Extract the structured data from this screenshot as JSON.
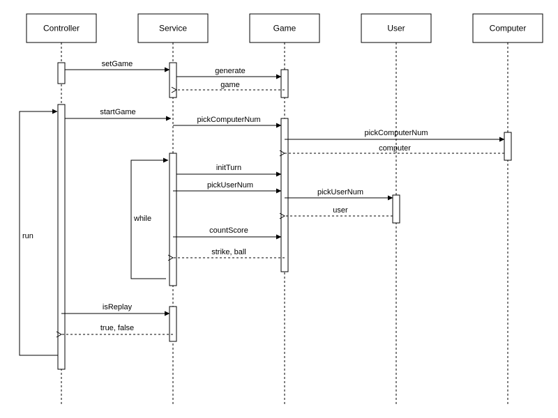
{
  "participants": [
    {
      "id": "controller",
      "label": "Controller"
    },
    {
      "id": "service",
      "label": "Service"
    },
    {
      "id": "game",
      "label": "Game"
    },
    {
      "id": "user",
      "label": "User"
    },
    {
      "id": "computer",
      "label": "Computer"
    }
  ],
  "messages": [
    {
      "id": "setGame",
      "label": "setGame",
      "kind": "call"
    },
    {
      "id": "generate",
      "label": "generate",
      "kind": "call"
    },
    {
      "id": "game",
      "label": "game",
      "kind": "return"
    },
    {
      "id": "startGame",
      "label": "startGame",
      "kind": "call"
    },
    {
      "id": "pickComputerNum-1",
      "label": "pickComputerNum",
      "kind": "call"
    },
    {
      "id": "pickComputerNum-2",
      "label": "pickComputerNum",
      "kind": "call"
    },
    {
      "id": "computer",
      "label": "computer",
      "kind": "return"
    },
    {
      "id": "initTurn",
      "label": "initTurn",
      "kind": "call"
    },
    {
      "id": "pickUserNum-1",
      "label": "pickUserNum",
      "kind": "call"
    },
    {
      "id": "pickUserNum-2",
      "label": "pickUserNum",
      "kind": "call"
    },
    {
      "id": "user",
      "label": "user",
      "kind": "return"
    },
    {
      "id": "countScore",
      "label": "countScore",
      "kind": "call"
    },
    {
      "id": "strike-ball",
      "label": "strike, ball",
      "kind": "return"
    },
    {
      "id": "isReplay",
      "label": "isReplay",
      "kind": "call"
    },
    {
      "id": "true-false",
      "label": "true, false",
      "kind": "return"
    }
  ],
  "loops": {
    "while": "while",
    "run": "run"
  },
  "colors": {
    "stroke": "#000000",
    "fill": "#ffffff"
  }
}
